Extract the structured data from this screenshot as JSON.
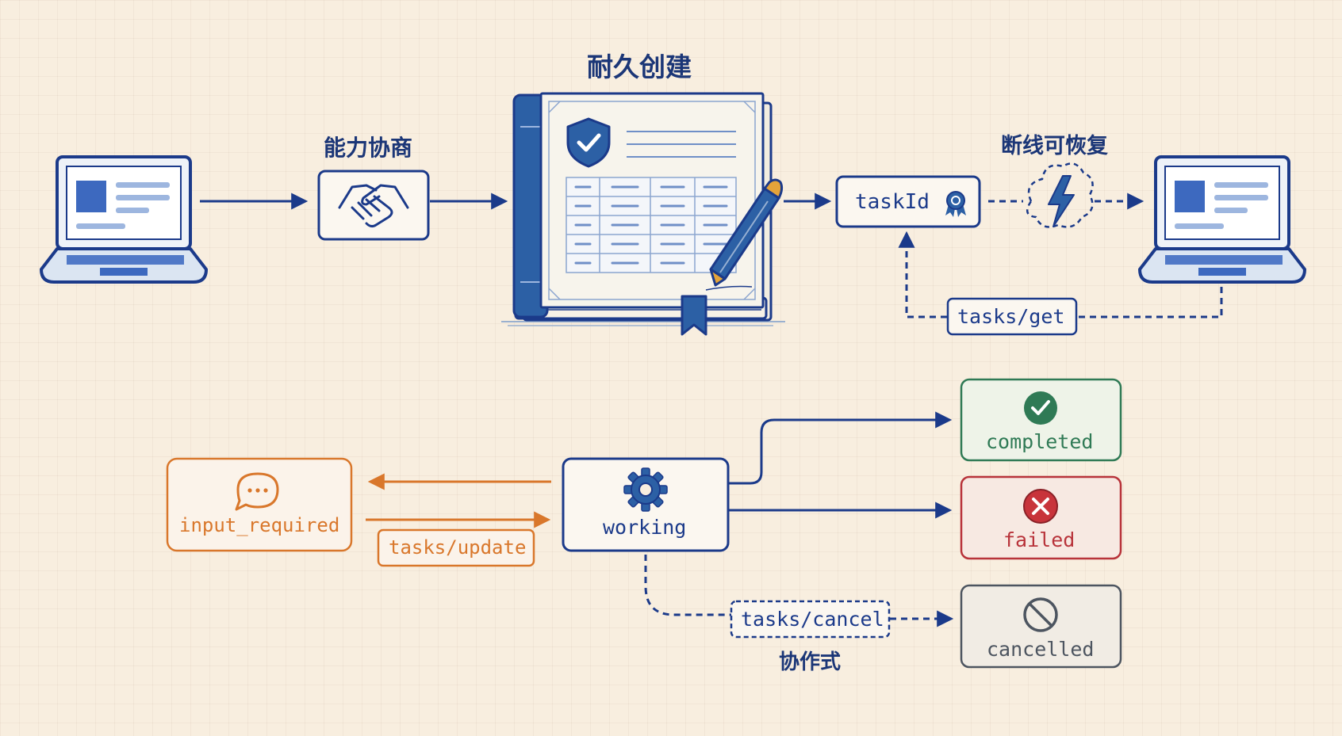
{
  "labels": {
    "negotiation": "能力协商",
    "durable_create": "耐久创建",
    "resumable": "断线可恢复",
    "cooperative": "协作式"
  },
  "nodes": {
    "task_id": "taskId",
    "tasks_get": "tasks/get",
    "tasks_update": "tasks/update",
    "tasks_cancel": "tasks/cancel",
    "input_required": "input_required",
    "working": "working",
    "completed": "completed",
    "failed": "failed",
    "cancelled": "cancelled"
  },
  "colors": {
    "navy": "#1b3a8a",
    "orange": "#d9772b",
    "green": "#2f7a55",
    "red": "#b8333a",
    "gray": "#4d5560"
  },
  "icons": {
    "client_laptop": "laptop-icon",
    "negotiation": "handshake-icon",
    "durable_create": "ledger-book-icon",
    "task_id": "ribbon-badge-icon",
    "resumable": "lightning-cloud-icon",
    "server_laptop": "laptop-icon",
    "input_required": "chat-bubble-icon",
    "working": "gear-icon",
    "completed": "check-circle-icon",
    "failed": "x-circle-icon",
    "cancelled": "prohibited-icon"
  }
}
